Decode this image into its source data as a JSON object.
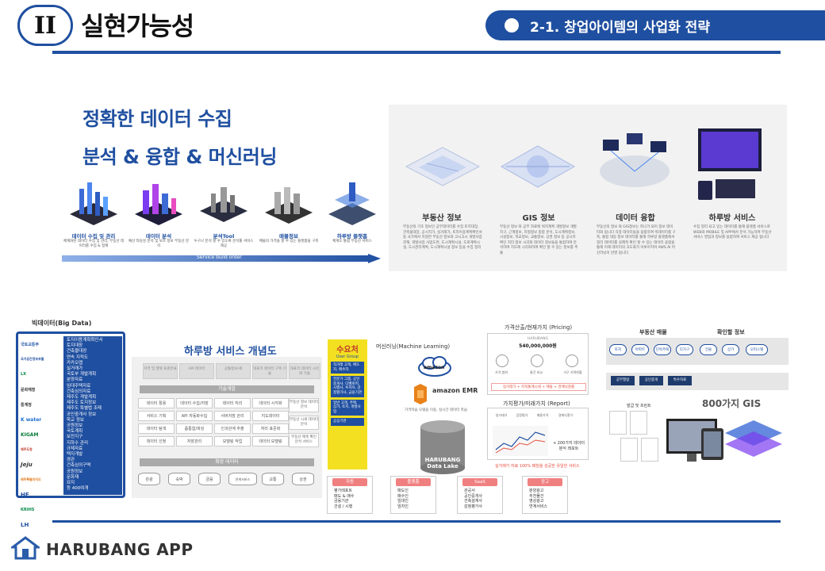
{
  "header": {
    "section_numeral": "II",
    "section_title": "실현가능성",
    "subsection": "2-1. 창업아이템의 사업화 전략"
  },
  "headlines": [
    "정확한 데이터 수집",
    "분석 & 융합 & 머신러닝"
  ],
  "pipeline": {
    "stages": [
      {
        "label": "데이터 수집 및 관리",
        "desc": "체계화된 데이터 수집 및 관리, 부동산 데이터를 수집 & 정제"
      },
      {
        "label": "데이터 분석",
        "desc": "예산 타당성 분석 및 보조 정보 부동산 분석"
      },
      {
        "label": "분석Tool",
        "desc": "누구나 분석 할 수 있도록 분석툴 서비스 제공"
      },
      {
        "label": "매물정보",
        "desc": "매물의 가격을 할 수 있는 플랫폼을 구축"
      },
      {
        "label": "하루방 플랫폼",
        "desc": "체계도 통합 부동산 서비스"
      }
    ],
    "arrow_label": "Service build order"
  },
  "cards": [
    {
      "title": "부동산 정보",
      "desc": "부동산의 기초 정보인 공부데이터를 수집 토지대장, 건축물대장, 공시지가, 실거래가, 토지이용계획확인서 등 국가에서 지정한 부동산 정보와 고시고시 개발사업관계, 개발사업 사업도면, 도시계획시설, 도로계획시설, 도시관리계획, 도시계획시설 정보 등을 수집 정리"
    },
    {
      "title": "GIS 정보",
      "desc": "부동산 정보 와 공부 자료에 위치계획 개발정보 개발지구, 근계정보, 지형정보 종합 분석, 도시계획정보, 시설정보, 학교정보, 교통정보, 상권 정보 등 공시지 확인 지리 정보 시각화 데이터 정보들을 통합하여 분석하여 지도에 시각화하여 확인 할 수 있는 정보를 추출"
    },
    {
      "title": "데이터 융합",
      "desc": "부동산의 정보 와 GIS정보는 하나가 되어 정보 데이터화 됩니다 각종 데이터들을 융합하여 빅데이터를 구축, 통합 대응 정보 데이터를 통해 하루방 플랫폼에서 정리 데이터를 실제적 확인 할 수 있는 데이터 융합을 통해 이해 데이터의 고도화가 이루어지며 AWS AI 머신러닝이 반영 됩니다"
    },
    {
      "title": "하루방 서비스",
      "desc": "수집 정리 되고 있는 데이터를 통해 플랫폼 서비스로 WEB와 MOBILE 및 APP에서 분석 가능하며 부동산 서비스 영업과 정보를 융합하여 서비스 제공 됩니다"
    }
  ],
  "bigdata": {
    "title": "빅데이터(Big Data)",
    "logos": [
      "국토교통부",
      "국가공간정보포털",
      "LX",
      "문화재청",
      "통계청",
      "K water",
      "KIGAM",
      "제주도청",
      "Jeju",
      "제주특별자치도",
      "HF",
      "KRIHS",
      "LH"
    ],
    "items": [
      "토지이용계획확인서",
      "토지대장",
      "건축물대장",
      "연속 지적도",
      "카카오맵",
      "실거래가",
      "국토부 개발계획",
      "분양자료",
      "임대주택자료",
      "건축심의자료",
      "제주도 개발계획",
      "제주도 토지정보",
      "제주도 특별법 조례",
      "공인중개사 정보",
      "학교 정보",
      "공원정보",
      "  국토계획",
      "  보전지구",
      "  지하수 관리",
      "  규제자료",
      "  택지개발",
      "  경관",
      "  건축심의구역",
      "  공원정보",
      "  문화재",
      "  묘지",
      "등 400여개"
    ]
  },
  "concept": {
    "title": "하루방 서비스 개념도",
    "top_boxes": [
      "지역 및 행위 표준분류",
      "API 데이터",
      "공통정보/세",
      "대표코 데이터 구축 기술",
      "대표코 데이터 시각화 기술"
    ],
    "band1": "기술개발",
    "columns": [
      [
        "데이터 활용",
        "서비스 기획",
        "데이터 탐색",
        "데이터 선정"
      ],
      [
        "데이터 수집/저장",
        "API 자동화수집",
        "품통합/파싱",
        "저장관리"
      ],
      [
        "데이터 처리",
        "서버저장 관리",
        "인과관계 추출",
        "모델링 작업"
      ],
      [
        "데이터 시각화",
        "지도데이터",
        "처리 표준화",
        "데이터 모델링"
      ]
    ],
    "side_boxes": [
      "부동산 정보 데이터 분석",
      "부동산 시세 데이터 분석",
      "부동산 매축 확인 분석 서비스"
    ],
    "band2": "확장 데이터",
    "dbs": [
      "관광",
      "숙박",
      "금융",
      "연계서비스",
      "교통",
      "상권"
    ]
  },
  "demand": {
    "title": "수요처",
    "subtitle": "User Group",
    "blocks": [
      "직거래 고객, 매도자, 매수자",
      "전문가 그룹, 공인중개사, 디벨로퍼, 시행사, 투자자, 감정평가사, 금융기관",
      "일반 고객, 주택, 상가, 토지, 개발사업",
      "공공기관"
    ]
  },
  "ml": {
    "title": "머신러닝(Machine Learning)",
    "amazon": "amazon",
    "emr": "amazon EMR",
    "desc": "가격학습 모델을 이용, 실시간 데이터 학습",
    "lake": "HARUBANG Data Lake"
  },
  "pricing": {
    "caption": "가격산출/현재가치 (Pricing)",
    "name": "HARUBANG",
    "price": "540,000,000원",
    "icons": [
      "가격 범위",
      "물건 비교",
      "가구 지역현황"
    ],
    "red_bar": "실거래가 + 지적통계시세 + 매물 + 경매낙찰률"
  },
  "report": {
    "caption": "가치평가/미래가치 (Report)",
    "icons": [
      "실거래가",
      "감정평가",
      "매물가격",
      "경매낙찰가"
    ],
    "text": "+ 200가지 데이터 분석 레포트",
    "red": "실거래가 자료 100% 매칭을 성공한 유일한 서비스"
  },
  "tags": [
    {
      "head": "자동",
      "items": [
        "평가레포트",
        "매도 & 매수",
        "금융기관",
        "건설 / 시행"
      ]
    },
    {
      "head": "플랫폼",
      "items": [
        "매도인",
        "매수인",
        "임대인",
        "임차인"
      ]
    },
    {
      "head": "SaaS",
      "items": [
        "관공서",
        "공인중개사",
        "건축설계사",
        "감정평가사"
      ]
    },
    {
      "head": "광고",
      "items": [
        "분양광고",
        "추천물건",
        "영상광고",
        "연계서비스"
      ]
    }
  ],
  "market": {
    "caption": "부동산 매물",
    "confirm": "확인할 정보",
    "pills": [
      "토지",
      "아파트",
      "단독주택",
      "다가구",
      "건물",
      "상가",
      "오피스텔"
    ],
    "dark": [
      "공부열람",
      "공인중개",
      "특수자료"
    ],
    "issue": "발급 및 프린트",
    "gis": "800가지 GIS"
  },
  "footer": {
    "brand": "HARUBANG APP"
  }
}
